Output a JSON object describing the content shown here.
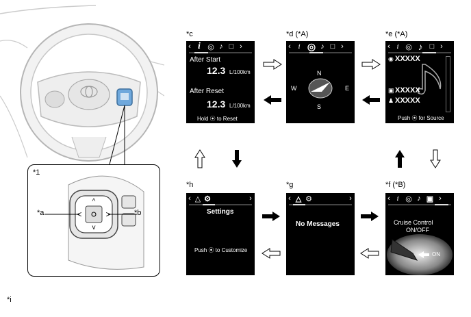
{
  "labels": {
    "c": "*c",
    "d": "*d (*A)",
    "e": "*e (*A)",
    "h": "*h",
    "g": "*g",
    "f": "*f (*B)",
    "one": "*1",
    "a": "*a",
    "b": "*b",
    "i": "*i"
  },
  "screen_c": {
    "title1": "After Start",
    "val1": "12.3",
    "unit1": "L/100km",
    "title2": "After Reset",
    "val2": "12.3",
    "unit2": "L/100km",
    "footer": "Hold ⦿ to Reset"
  },
  "screen_d": {
    "n": "N",
    "w": "W",
    "e": "E",
    "s": "S"
  },
  "screen_e": {
    "row1": "XXXXX",
    "row2": "XXXXX",
    "row3": "XXXXX",
    "footer": "Push ⦿ for Source"
  },
  "screen_h": {
    "title": "Settings",
    "footer": "Push ⦿  to Customize"
  },
  "screen_g": {
    "message": "No Messages"
  },
  "screen_f": {
    "title": "Cruise Control",
    "subtitle": "ON/OFF",
    "on": "ON"
  },
  "icons": {
    "info": "i",
    "music": "♪",
    "left": "‹",
    "right": "›"
  }
}
